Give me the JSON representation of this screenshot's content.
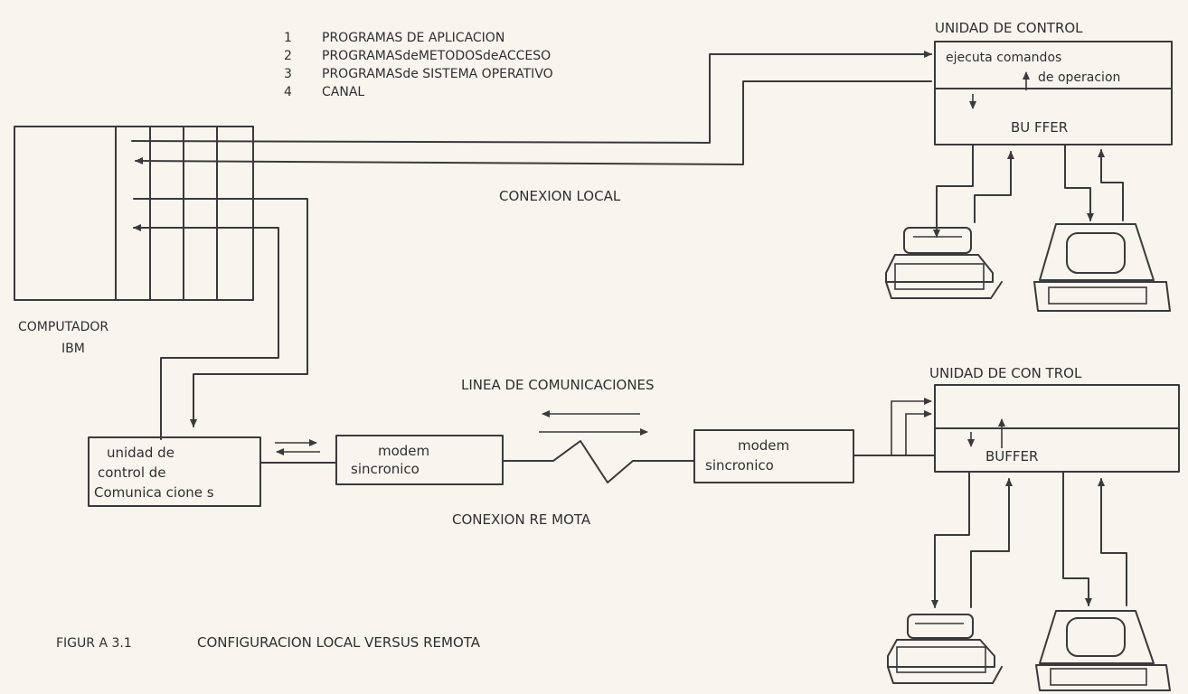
{
  "legend": {
    "items": [
      {
        "num": "1",
        "text": "PROGRAMAS  DE  APLICACION"
      },
      {
        "num": "2",
        "text": "PROGRAMASdeMETODOSdeACCESO"
      },
      {
        "num": "3",
        "text": "PROGRAMASde SISTEMA OPERATIVO"
      },
      {
        "num": "4",
        "text": "CANAL"
      }
    ]
  },
  "control_unit_local": {
    "title": "UNIDAD DE CONTROL",
    "line1": "ejecuta comandos",
    "line2": "de operacion",
    "buffer": "BU FFER"
  },
  "control_unit_remote": {
    "title": "UNIDAD DE  CON TROL",
    "buffer": "BUFFER"
  },
  "computer": {
    "line1": "COMPUTADOR",
    "line2": "IBM"
  },
  "local_connection": "CONEXION  LOCAL",
  "comm_line": "LINEA  DE  COMUNICACIONES",
  "comm_controller": {
    "line1": "unidad  de",
    "line2": "control  de",
    "line3": "Comunica cione s"
  },
  "modem_left": {
    "line1": "modem",
    "line2": "sincronico"
  },
  "modem_right": {
    "line1": "modem",
    "line2": "sincronico"
  },
  "remote_connection": "CONEXION   RE MOTA",
  "figure": {
    "label": "FIGUR A  3.1",
    "caption": "CONFIGURACION  LOCAL   VERSUS  REMOTA"
  }
}
